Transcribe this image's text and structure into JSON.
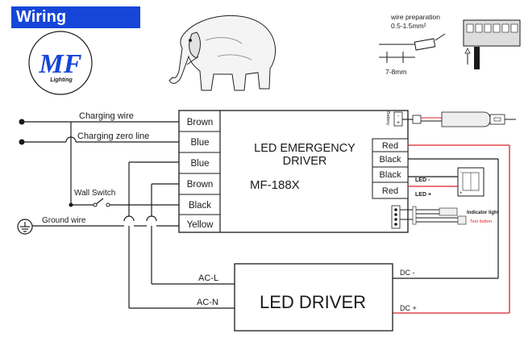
{
  "title": "Wiring Diagram:",
  "logo": {
    "letters": "MF",
    "sub": "Lighting"
  },
  "wire_prep": {
    "label": "wire preparation",
    "size": "0.5-1.5mm²",
    "strip": "7-8mm"
  },
  "left_wires": {
    "charging": "Charging wire",
    "zero": "Charging zero line",
    "switch": "Wall Switch",
    "ground": "Ground wire"
  },
  "terminals_left": [
    "Brown",
    "Blue",
    "Blue",
    "Brown",
    "Black",
    "Yellow"
  ],
  "emergency": {
    "title_line1": "LED EMERGENCY",
    "title_line2": "DRIVER",
    "model": "MF-188X",
    "battery": "Battery"
  },
  "terminals_right": [
    "Red",
    "Black",
    "Black",
    "Red"
  ],
  "led_labels": {
    "minus": "LED -",
    "plus": "LED +"
  },
  "indicator": {
    "light": "Indicator light",
    "button": "Test button"
  },
  "led_driver": {
    "title": "LED DRIVER",
    "acl": "AC-L",
    "acn": "AC-N",
    "dcminus": "DC -",
    "dcplus": "DC +"
  },
  "colors": {
    "accent": "#1646d8",
    "red_wire": "#d9232a",
    "line": "#1a1a1a"
  }
}
